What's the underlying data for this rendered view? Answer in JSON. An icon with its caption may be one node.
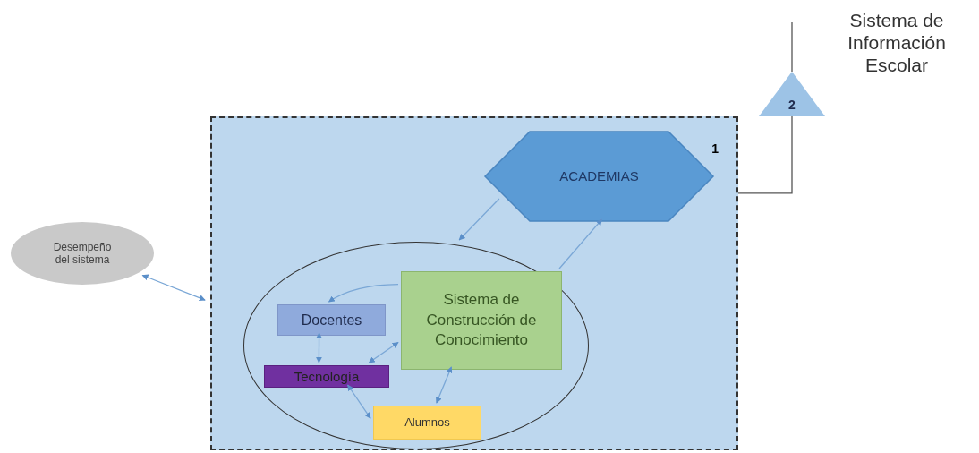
{
  "diagram": {
    "nodes": [
      {
        "text": [
          "1"
        ]
      },
      {
        "text": [
          "ACADEMIAS"
        ],
        "in": 0
      },
      {
        "text": [],
        "shape": "ellipse",
        "in": 0
      },
      {
        "text": [
          "Sistema de Construcción de Conocimiento"
        ],
        "in": 2
      },
      {
        "text": [
          "Docentes"
        ],
        "in": 2
      },
      {
        "text": [
          "Tecnología"
        ],
        "in": 2
      },
      {
        "text": [
          "Alumnos"
        ],
        "in": 2
      },
      {
        "text": [
          "Desempeño del sistema"
        ]
      },
      {
        "text": [
          "2"
        ],
        "beside": [
          "Sistema de Información Escolar"
        ]
      }
    ],
    "edges": [
      {
        "from": 1,
        "to": 2,
        "arrow": "to"
      },
      {
        "from": 3,
        "to": 1,
        "arrow": "to"
      },
      {
        "from": 3,
        "to": 4,
        "arrow": "to"
      },
      {
        "from": 4,
        "to": 5,
        "arrow": "both"
      },
      {
        "from": 3,
        "to": 5,
        "arrow": "both"
      },
      {
        "from": 5,
        "to": 6,
        "arrow": "both"
      },
      {
        "from": 3,
        "to": 6,
        "arrow": "both"
      },
      {
        "from": 7,
        "to": 0,
        "arrow": "both"
      },
      {
        "from": 0,
        "to": 8,
        "arrow": "none",
        "color": "#555555"
      },
      {
        "from": 8,
        "to": null,
        "arrow": "none",
        "color": "#555555"
      }
    ]
  }
}
